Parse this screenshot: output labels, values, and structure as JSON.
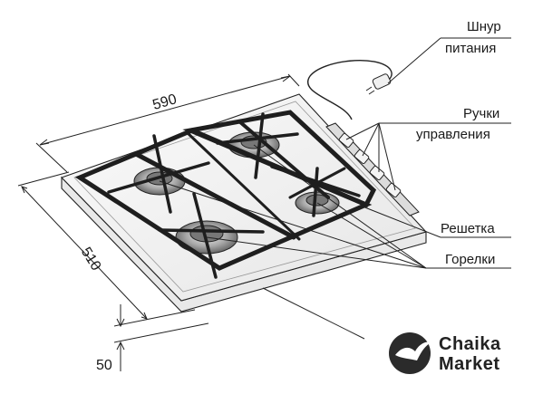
{
  "labels": {
    "power_cord_line1": "Шнур",
    "power_cord_line2": "питания",
    "controls_line1": "Ручки",
    "controls_line2": "управления",
    "grate": "Решетка",
    "burners": "Горелки"
  },
  "dimensions": {
    "width": "590",
    "depth": "510",
    "height": "50"
  },
  "brand": {
    "line1": "Chaika",
    "line2": "Market"
  },
  "colors": {
    "outline": "#222222",
    "burner_fill": "#8a8a8a",
    "grate": "#1e1e1e"
  }
}
